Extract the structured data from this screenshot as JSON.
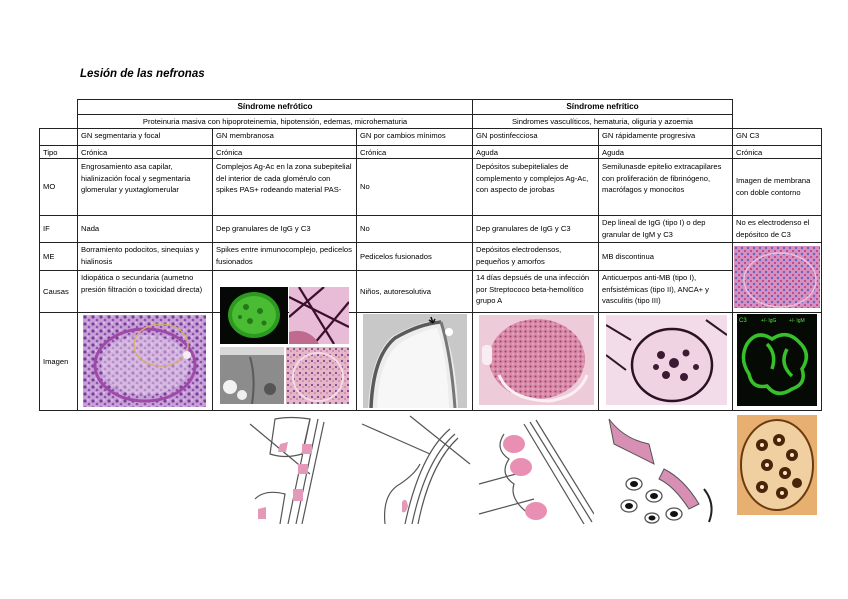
{
  "page_title": "Lesión de las nefronas",
  "groups": {
    "nephrotic": {
      "title": "Síndrome nefrótico",
      "subtitle": "Proteinuria masiva con hipoproteinemia, hipotensión, edemas, microhematuria"
    },
    "nephritic": {
      "title": "Síndrome nefrítico",
      "subtitle": "Sindromes vasculíticos, hematuria, oliguria y azoemia"
    }
  },
  "row_labels": {
    "tipo": "Tipo",
    "mo": "MO",
    "if": "IF",
    "me": "ME",
    "causas": "Causas",
    "imagen": "Imagen"
  },
  "columns": [
    {
      "name": "GN segmentaria y focal",
      "tipo": "Crónica",
      "mo": "Engrosamiento asa capilar, hialinización focal y segmentaria glomerular y yuxtaglomerular",
      "if": "Nada",
      "me": "Borramiento podocitos, sinequias y hialinosis",
      "causas": "Idiopática o secundaria (aumetno presión filtración o toxicidad directa)",
      "image": "PAS-stained glomerulus micrograph with segmental lesion circled"
    },
    {
      "name": "GN membranosa",
      "tipo": "Crónica",
      "mo": "Complejos Ag-Ac en la zona subepitelial del interior de cada glomérulo con spikes PAS+ rodeando material PAS-",
      "if": "Dep granulares de IgG y C3",
      "me": "Spikes entre inmunocomplejo, pedicelos fusionados",
      "causas": "",
      "image": "Collage: immunofluorescence, silver stain, electron micrograph, H&E"
    },
    {
      "name": "GN por cambios mínimos",
      "tipo": "Crónica",
      "mo": "No",
      "if": "No",
      "me": "Pedicelos fusionados",
      "causas": "Niños, autoresolutiva",
      "image": "Electron micrograph of capillary loop"
    },
    {
      "name": "GN postinfecciosa",
      "tipo": "Aguda",
      "mo": "Depósitos subepiteliales de complemento y complejos Ag-Ac, con aspecto de jorobas",
      "if": "Dep granulares de IgG y C3",
      "me": "Depósitos electrodensos, pequeños y amorfos",
      "causas": "14 días depsués de una infección por Streptococo beta-hemolítico grupo A",
      "image": "H&E hypercellular glomerulus"
    },
    {
      "name": "GN rápidamente progresiva",
      "tipo": "Aguda",
      "mo": "Semilunasde epitelio extracapilares con proliferación de fibrinógeno, macrófagos y monocitos",
      "if": "Dep lineal de IgG (tipo I) o dep granular de IgM y C3",
      "me": "MB discontinua",
      "causas": "Anticuerpos anti-MB (tipo I), enfsistémicas (tipo II), ANCA+ y vasculitis (tipo III)",
      "image": "Silver stain glomerulus with crescent"
    },
    {
      "name": "GN C3",
      "tipo": "Crónica",
      "mo": "Imagen de membrana con doble contorno",
      "if": "No es electrodenso el depósitco de C3",
      "me": "",
      "causas": "",
      "image": "Immunofluorescence C3 staining",
      "if_image_labels": [
        "C3",
        "+/- IgG",
        "+/- IgM"
      ]
    }
  ],
  "colors": {
    "border": "#222222",
    "pas_purple": "#b070c0",
    "if_green": "#3fc03f",
    "he_pink": "#d8809a",
    "sketch_pink": "#e58fb0",
    "silver_brown": "#6b3a10"
  }
}
